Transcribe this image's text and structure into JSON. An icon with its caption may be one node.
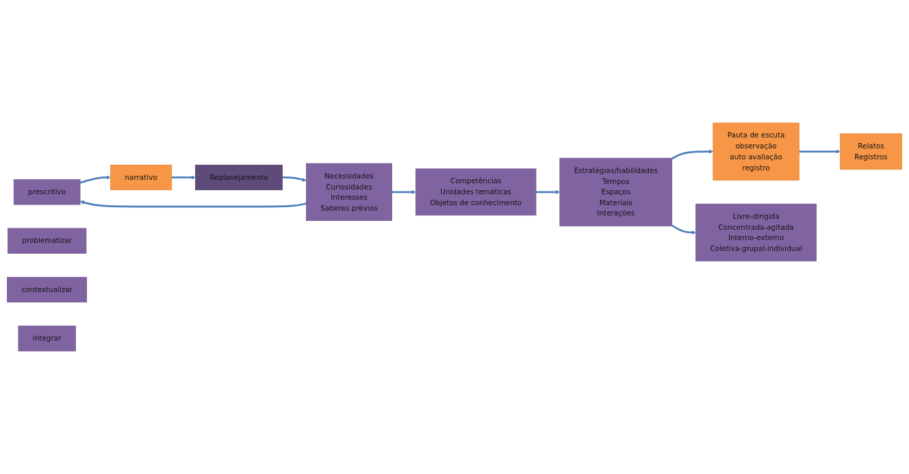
{
  "diagram": {
    "nodes": [
      {
        "text": [
          "prescritivo"
        ]
      },
      {
        "text": [
          "narrativo"
        ]
      },
      {
        "text": [
          "Necessidades",
          "Curiosidades",
          "Interesses",
          "Saberes prévios"
        ]
      },
      {
        "text": [
          "Competências",
          "Unidades temáticas",
          "Objetos de conhecimento"
        ]
      },
      {
        "text": [
          "Estratégias/habilidades",
          "Tempos",
          "Espaços",
          "Materiais",
          "Interações"
        ]
      },
      {
        "text": [
          "Pauta de escuta",
          "observação",
          "auto avaliação",
          "registro"
        ]
      },
      {
        "text": [
          "Relatos",
          "Registros"
        ]
      },
      {
        "text": [
          "problematizar"
        ]
      },
      {
        "text": [
          "contextualizar"
        ]
      },
      {
        "text": [
          "integrar"
        ]
      },
      {
        "text": [
          "Livre-dirigida",
          "Concentrada-agitada",
          "Interno-externo",
          "Coletiva-grupal-individual"
        ]
      },
      {
        "text": [
          "Replanejamento"
        ]
      }
    ],
    "edges": [
      {
        "from": 2,
        "to": 0,
        "arrow": "to"
      },
      {
        "from": 0,
        "to": 1,
        "arrow": "to"
      },
      {
        "from": 1,
        "to": 11,
        "arrow": "to"
      },
      {
        "from": 11,
        "to": 2,
        "arrow": "to"
      },
      {
        "from": 2,
        "to": 3,
        "arrow": "to"
      },
      {
        "from": 3,
        "to": 4,
        "arrow": "to"
      },
      {
        "from": 4,
        "to": 5,
        "arrow": "to"
      },
      {
        "from": 5,
        "to": 6,
        "arrow": "to"
      },
      {
        "from": 4,
        "to": 10,
        "arrow": "to"
      }
    ]
  }
}
